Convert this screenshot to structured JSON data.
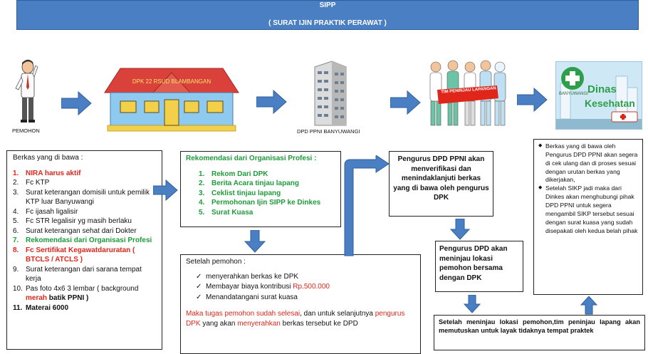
{
  "header": {
    "title": "SIPP",
    "subtitle": "( SURAT IJIN PRAKTIK PERAWAT )"
  },
  "stages": {
    "pemohon": "PEMOHON",
    "dpk_sign": "DPK 22 RSUD BLAMBANGAN",
    "dpd_label": "DPD PPNI BANYUWANGI",
    "tim_banner": "TIM PENINJAU LAPANGAN",
    "dinkes_line1": "Dinas",
    "dinkes_line2": "Kesehatan",
    "dinkes_caption": "BANYUWANGI"
  },
  "berkas": {
    "heading": "Berkas yang di bawa :",
    "items": [
      {
        "num": "1.",
        "text": "NIRA harus aktif"
      },
      {
        "num": "2.",
        "text": "Fc KTP"
      },
      {
        "num": "3.",
        "text": "Surat keterangan domisili untuk pemilik KTP luar Banyuwangi"
      },
      {
        "num": "4.",
        "text": "Fc ijasah ligalisir"
      },
      {
        "num": "5.",
        "text": "Fc STR legalisir yg masih berlaku"
      },
      {
        "num": "6.",
        "text": "Surat keterangan sehat dari Dokter"
      },
      {
        "num": "7.",
        "text": "Rekomendasi dari Organisasi Profesi"
      },
      {
        "num": "8.",
        "text": "Fc Sertifikat Kegawatdaruratan ( BTCLS / ATCLS )"
      },
      {
        "num": "9.",
        "text": "Surat keterangan dari sarana tempat kerja"
      },
      {
        "num": "10.",
        "text_a": "Pas foto 4x6 3 lembar ( background ",
        "text_b": "merah",
        "text_c": " batik PPNI )"
      },
      {
        "num": "11.",
        "text": "Materai 6000"
      }
    ]
  },
  "rekomendasi": {
    "heading": "Rekomendasi dari Organisasi Profesi :",
    "items": [
      {
        "num": "1.",
        "text": "Rekom Dari DPK"
      },
      {
        "num": "2.",
        "text": "Berita Acara tinjau lapang"
      },
      {
        "num": "3.",
        "text": "Ceklist tinjau lapang"
      },
      {
        "num": "4.",
        "text": "Permohonan Ijin SIPP ke Dinkes"
      },
      {
        "num": "5.",
        "text": "Surat Kuasa"
      }
    ]
  },
  "setelah": {
    "heading": "Setelah pemohon :",
    "check": "✓",
    "items": [
      {
        "text": "menyerahkan berkas ke DPK"
      },
      {
        "text_a": "Membayar biaya kontribusi ",
        "text_b": "Rp.500.000"
      },
      {
        "text": "Menandatangani surat kuasa"
      }
    ],
    "p1": "Maka tugas pemohon sudah selesai",
    "p2": ", dan untuk selanjutnya ",
    "p3": "pengurus DPK",
    "p4": " yang akan ",
    "p5": "menyerahkan",
    "p6": " berkas tersebut ke DPD"
  },
  "verifikasi": "Pengurus DPD PPNI akan menverifikasi dan menindaklanjuti berkas yang di bawa oleh pengurus DPK",
  "tinjau": "Pengurus DPD akan meninjau lokasi pemohon bersama dengan DPK",
  "keputusan": "Setelah meninjau lokasi pemohon,tim peninjau lapang akan memutuskan untuk layak tidaknya tempat praktek",
  "sikp": {
    "bullet": "◆",
    "items": [
      "Berkas yang di bawa oleh Pengurus DPD PPNI akan segera di cek ulang dan di proses sesuai dengan urutan berkas yang dikerjakan,",
      "Setelah SIKP jadi maka dari Dinkes akan menghubungi pihak DPD PPNI untuk segera mengambil SIKP tersebut sesuai dengan surat kuasa yang sudah disepakati oleh kedua belah pihak"
    ]
  },
  "colors": {
    "banner": "#4a7fc4",
    "arrow": "#4a7fc4",
    "green_text": "#1e9b3a",
    "red_text": "#e0261b"
  }
}
